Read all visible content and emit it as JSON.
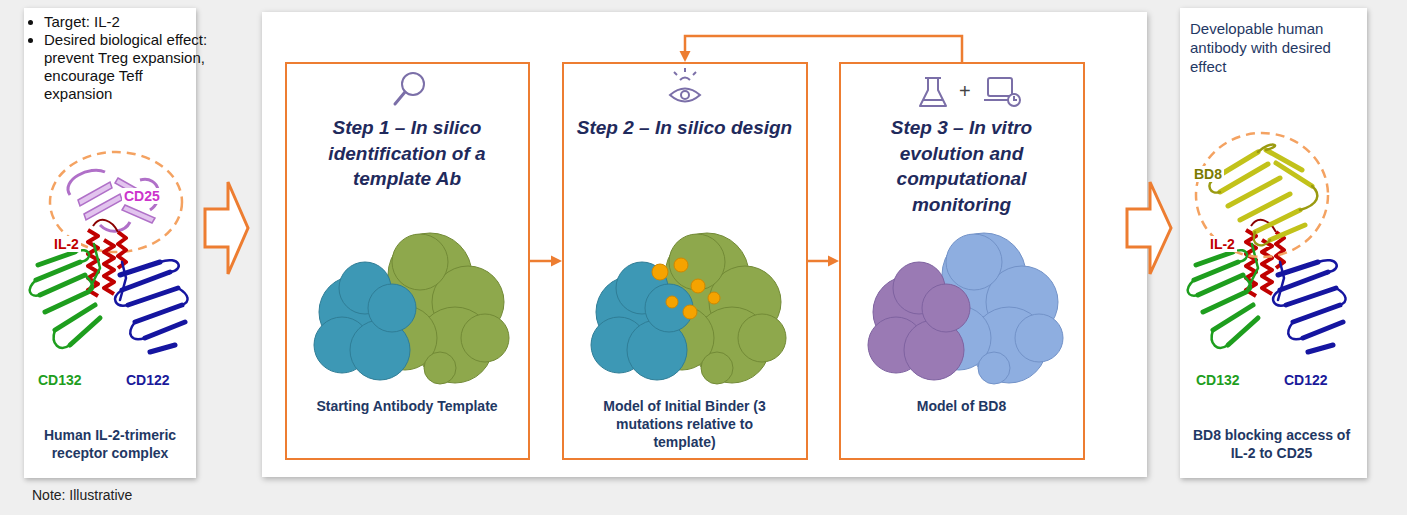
{
  "diagram": {
    "nodes": [
      {
        "text": [
          "Target: IL-2",
          "Desired biological effect: prevent Treg expansion, encourage Teff expansion",
          "Human IL-2-trimeric receptor complex"
        ]
      },
      {
        "text": [
          "Step 1 – In silico identification of a template Ab",
          "Starting Antibody Template"
        ]
      },
      {
        "text": [
          "Step 2 – In silico design",
          "Model of Initial Binder (3 mutations relative to template)"
        ]
      },
      {
        "text": [
          "Step 3 – In vitro evolution and computational monitoring",
          "Model of BD8"
        ]
      },
      {
        "text": [
          "Developable human antibody with desired effect",
          "BD8 blocking access of IL-2 to CD25"
        ]
      }
    ],
    "edges": [
      {
        "from": 1,
        "to": 2,
        "arrow": "to"
      },
      {
        "from": 2,
        "to": 3,
        "arrow": "to"
      },
      {
        "from": 3,
        "to": 2,
        "arrow": "to"
      }
    ],
    "labels": [
      "CD25",
      "IL-2",
      "CD132",
      "CD122",
      "+",
      "BD8",
      "IL-2",
      "CD132",
      "CD122",
      "Note: Illustrative"
    ]
  }
}
